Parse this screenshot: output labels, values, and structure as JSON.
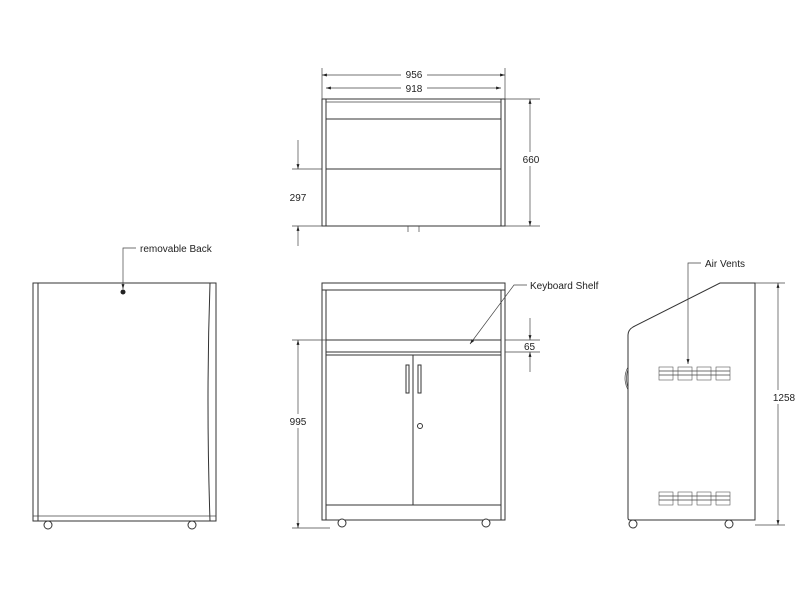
{
  "top_view": {
    "dim_outer_width": "956",
    "dim_inner_width": "918",
    "dim_height": "660",
    "dim_shelf_height": "297"
  },
  "back_view": {
    "callout": "removable Back"
  },
  "front_view": {
    "callout": "Keyboard Shelf",
    "dim_shelf_thickness": "65",
    "dim_cabinet_height": "995"
  },
  "side_view": {
    "callout": "Air Vents",
    "dim_total_height": "1258"
  }
}
